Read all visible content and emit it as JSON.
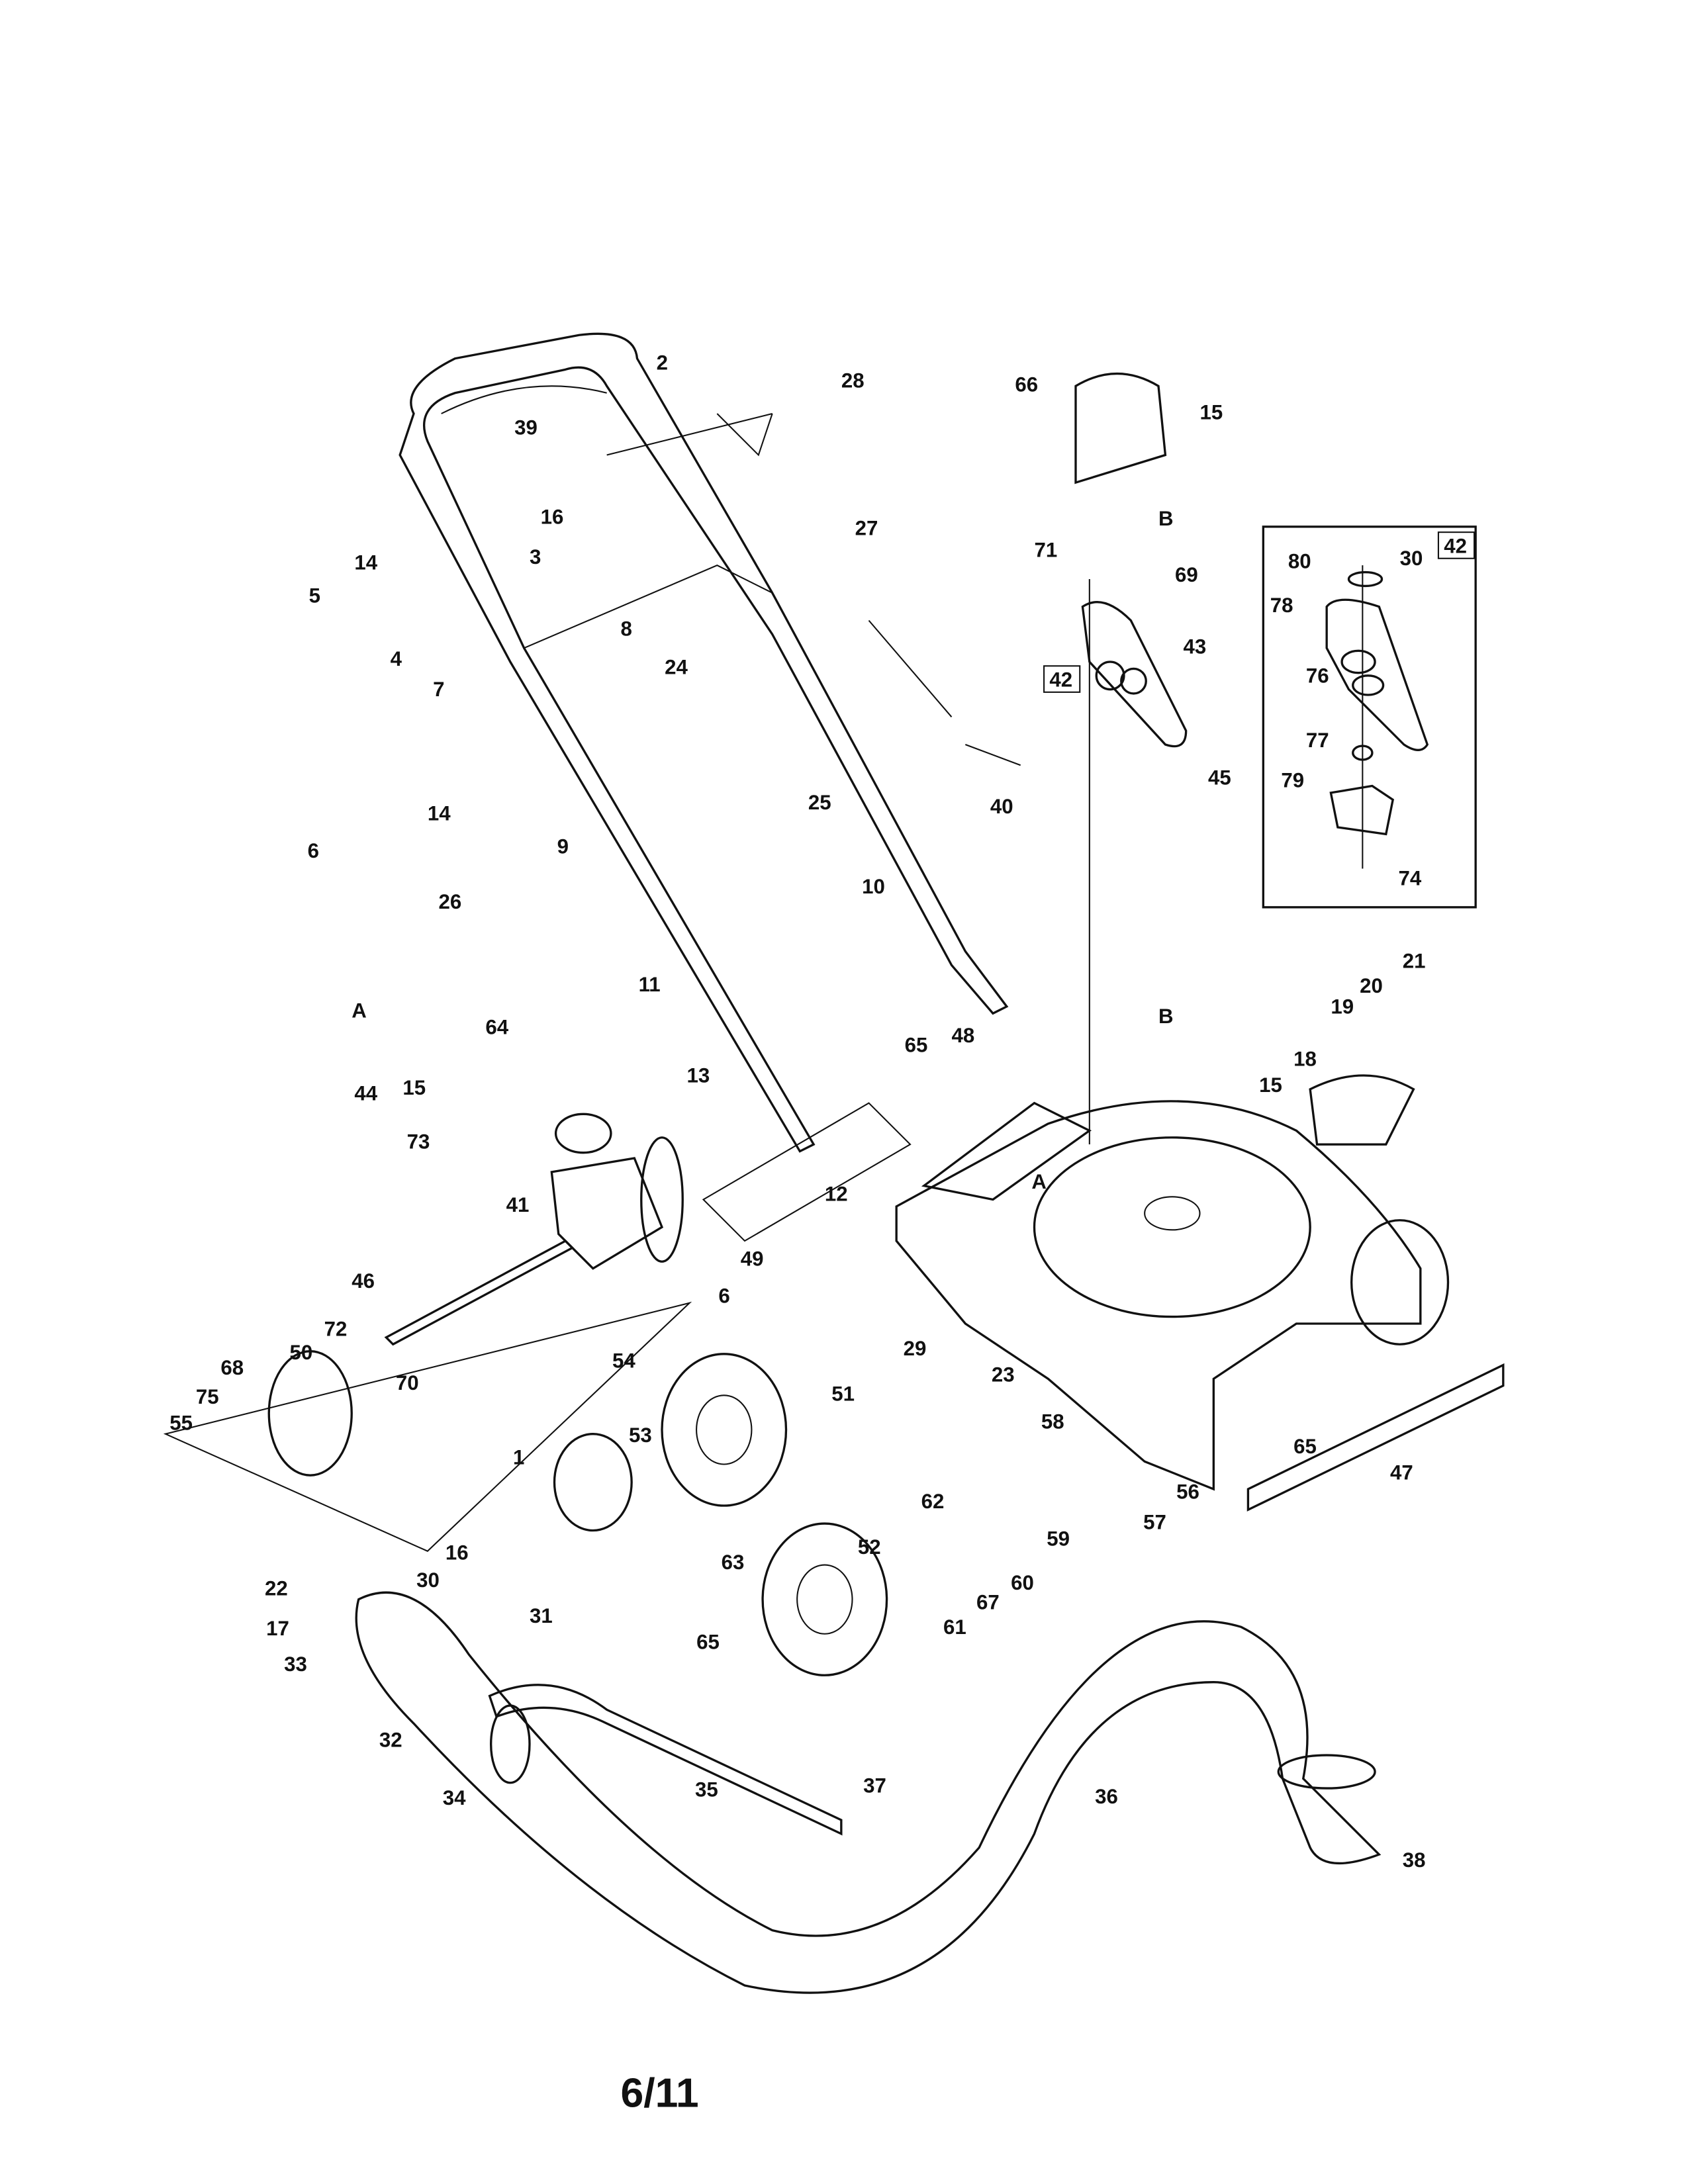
{
  "diagram": {
    "type": "exploded-parts-diagram",
    "callouts": [
      "2",
      "28",
      "66",
      "15",
      "B",
      "39",
      "16",
      "27",
      "71",
      "69",
      "14",
      "3",
      "5",
      "4",
      "8",
      "24",
      "43",
      "45",
      "7",
      "25",
      "40",
      "14",
      "9",
      "6",
      "26",
      "10",
      "A",
      "11",
      "64",
      "65",
      "48",
      "21",
      "20",
      "19",
      "18",
      "15",
      "B",
      "44",
      "15",
      "13",
      "73",
      "12",
      "A",
      "41",
      "49",
      "46",
      "6",
      "29",
      "72",
      "50",
      "70",
      "68",
      "54",
      "51",
      "23",
      "75",
      "55",
      "53",
      "1",
      "58",
      "65",
      "62",
      "56",
      "47",
      "57",
      "59",
      "52",
      "60",
      "67",
      "63",
      "61",
      "16",
      "22",
      "30",
      "31",
      "17",
      "33",
      "65",
      "32",
      "37",
      "35",
      "36",
      "34",
      "38"
    ],
    "inset": {
      "reference_box": "42",
      "callouts": [
        "80",
        "30",
        "78",
        "76",
        "77",
        "79",
        "74"
      ]
    },
    "main_reference_box": "42"
  },
  "footer": {
    "page": "6/11"
  }
}
